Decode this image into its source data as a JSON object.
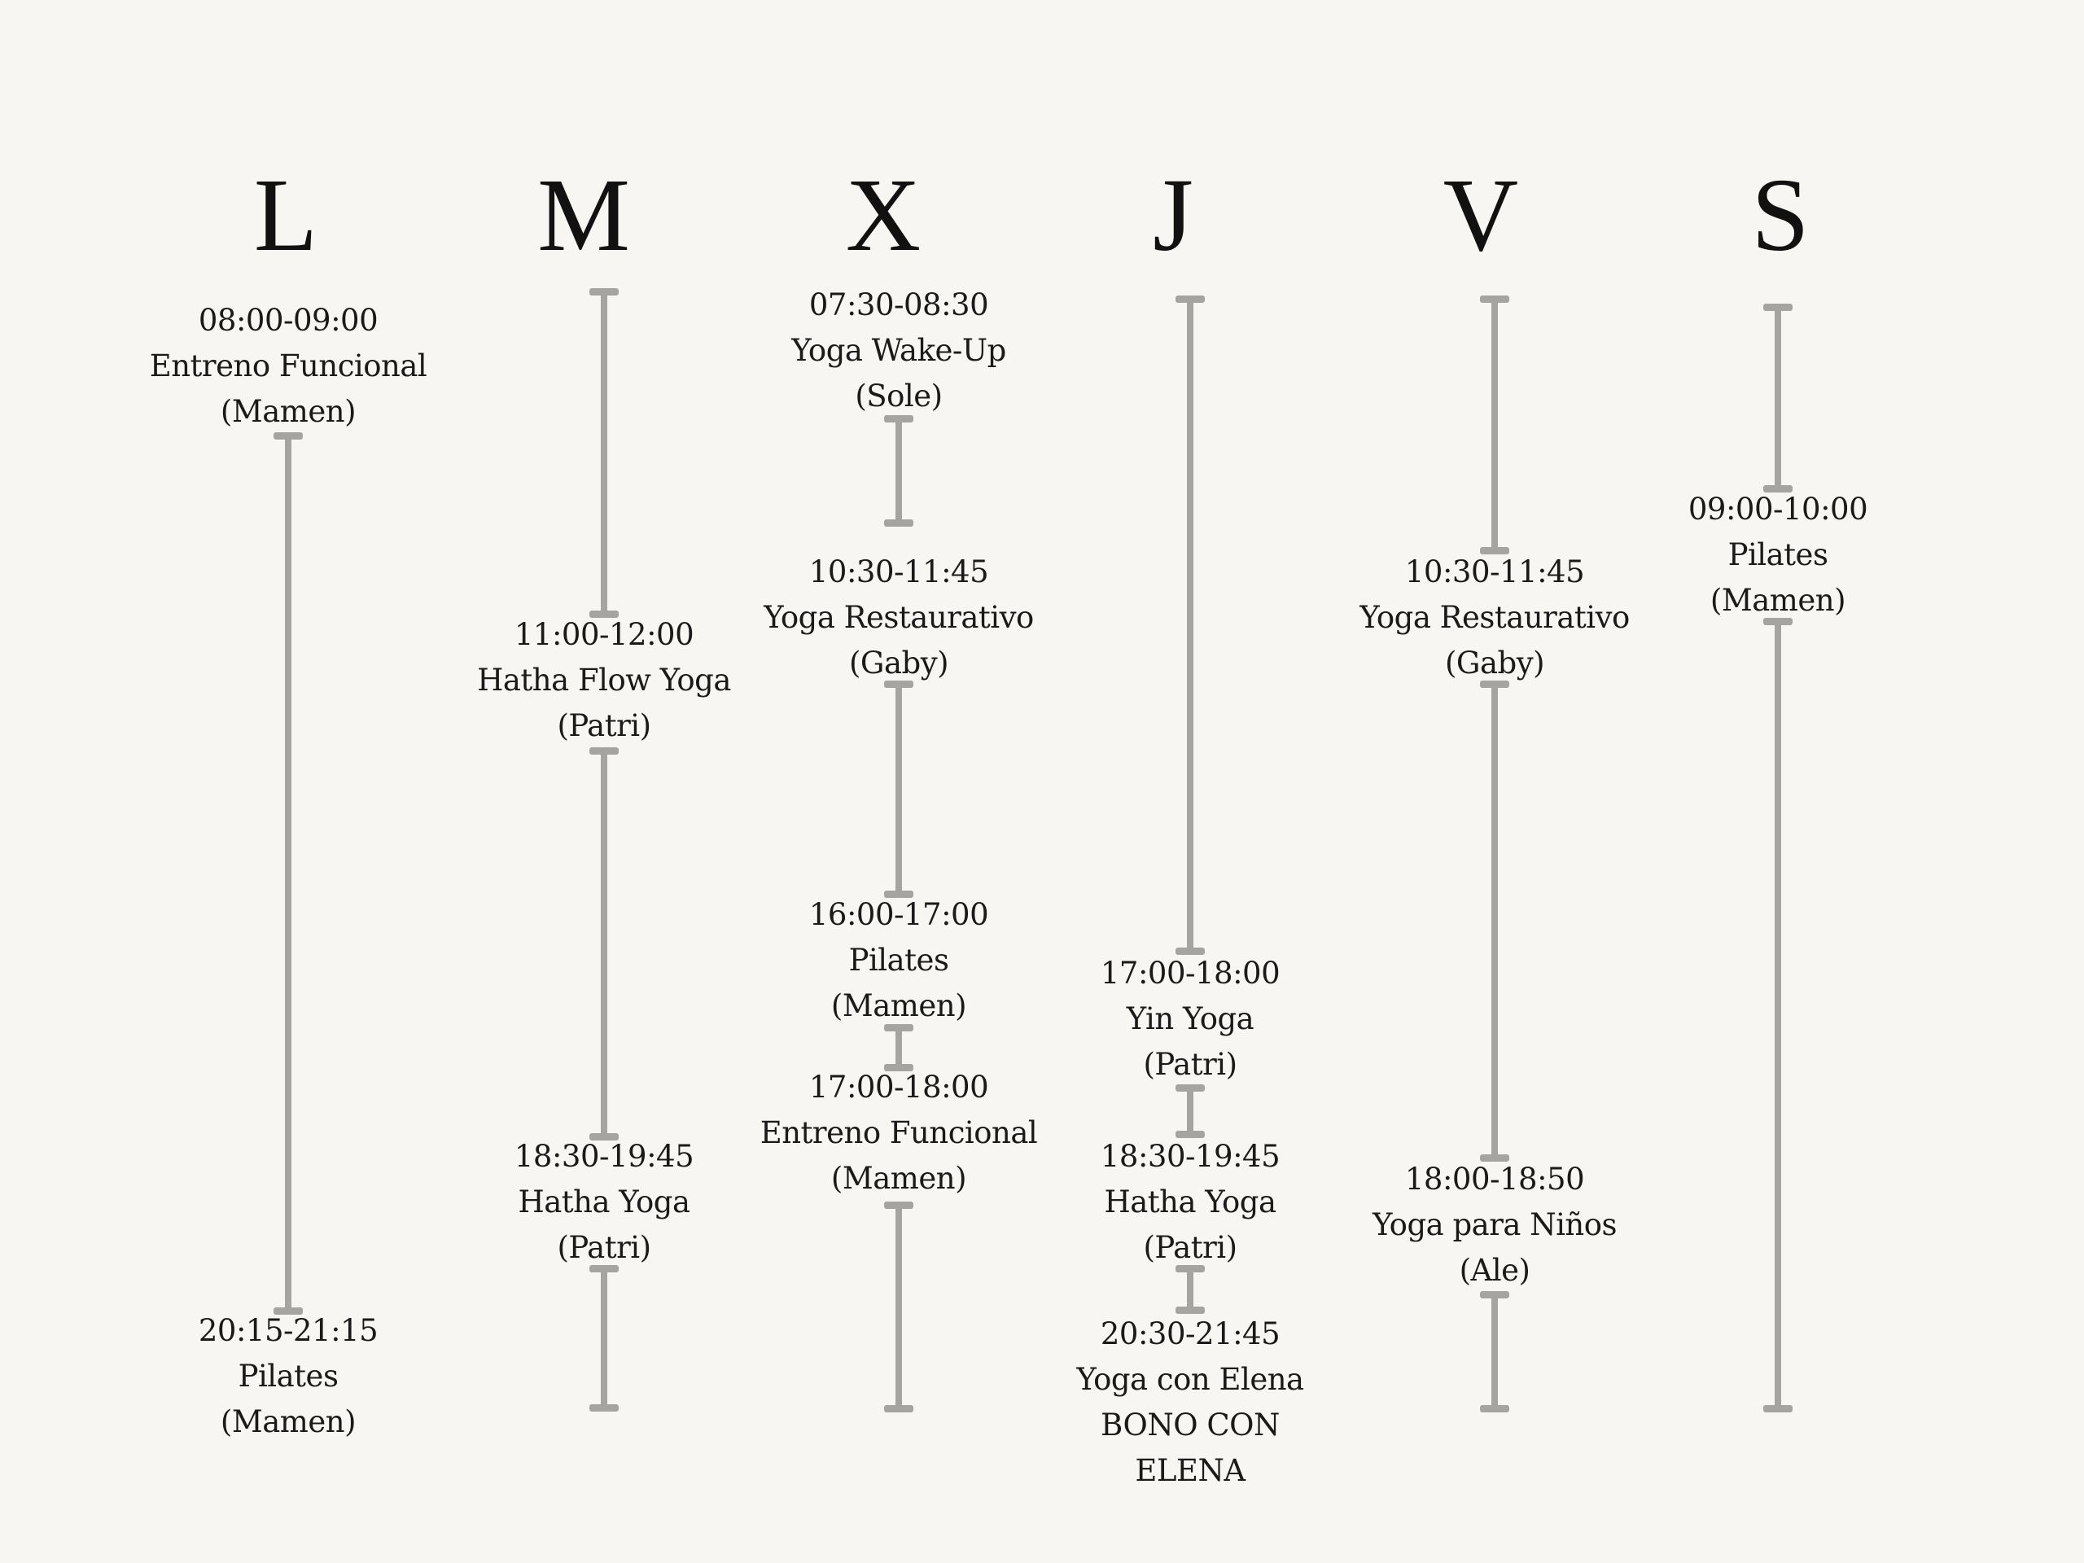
{
  "days": {
    "mon": "L",
    "tue": "M",
    "wed": "X",
    "thu": "J",
    "fri": "V",
    "sat": "S"
  },
  "classes": {
    "mon_1": {
      "time": "08:00-09:00",
      "name": "Entreno Funcional",
      "instructor": "(Mamen)"
    },
    "mon_2": {
      "time": "20:15-21:15",
      "name": "Pilates",
      "instructor": "(Mamen)"
    },
    "tue_1": {
      "time": "11:00-12:00",
      "name": "Hatha Flow Yoga",
      "instructor": "(Patri)"
    },
    "tue_2": {
      "time": "18:30-19:45",
      "name": "Hatha Yoga",
      "instructor": "(Patri)"
    },
    "wed_1": {
      "time": "07:30-08:30",
      "name": "Yoga Wake-Up",
      "instructor": "(Sole)"
    },
    "wed_2": {
      "time": "10:30-11:45",
      "name": "Yoga Restaurativo",
      "instructor": "(Gaby)"
    },
    "wed_3": {
      "time": "16:00-17:00",
      "name": "Pilates",
      "instructor": "(Mamen)"
    },
    "wed_4": {
      "time": "17:00-18:00",
      "name": "Entreno Funcional",
      "instructor": "(Mamen)"
    },
    "thu_1": {
      "time": "17:00-18:00",
      "name": "Yin Yoga",
      "instructor": "(Patri)"
    },
    "thu_2": {
      "time": "18:30-19:45",
      "name": "Hatha Yoga",
      "instructor": "(Patri)"
    },
    "thu_3": {
      "time": "20:30-21:45",
      "name": "Yoga con Elena",
      "line3": "BONO CON",
      "line4": "ELENA"
    },
    "fri_1": {
      "time": "10:30-11:45",
      "name": "Yoga Restaurativo",
      "instructor": "(Gaby)"
    },
    "fri_2": {
      "time": "18:00-18:50",
      "name": "Yoga para Niños",
      "instructor": "(Ale)"
    },
    "sat_1": {
      "time": "09:00-10:00",
      "name": "Pilates",
      "instructor": "(Mamen)"
    }
  },
  "colors": {
    "background": "#f7f6f2",
    "timeline": "#a5a4a0",
    "text": "#111111"
  }
}
